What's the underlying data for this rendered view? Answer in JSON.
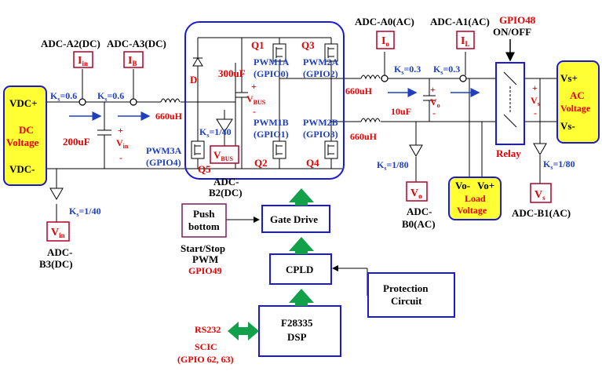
{
  "labels": {
    "vdc_plus": "VDC+",
    "dc_voltage_1": "DC",
    "dc_voltage_2": "Voltage",
    "vdc_minus": "VDC-",
    "adc_a2": "ADC-A2(DC)",
    "adc_a3": "ADC-A3(DC)",
    "iin": "I",
    "iin_sub": "in",
    "ib": "I",
    "ib_sub": "B",
    "ks1": "K",
    "ks1_sub": "s",
    "ks1_val": "=0.6",
    "ks2": "K",
    "ks2_sub": "s",
    "ks2_val": "=0.6",
    "l660_left": "660uH",
    "cap200": "200uF",
    "vin_plus": "+",
    "vin": "V",
    "vin_sub": "in",
    "vin_minus": "-",
    "ks_140_left": "K",
    "ks_140_left_sub": "s",
    "ks_140_left_val": "=1/40",
    "vin_box": "V",
    "vin_box_sub": "in",
    "adc_b3_1": "ADC-",
    "adc_b3_2": "B3(DC)",
    "q1": "Q1",
    "q3": "Q3",
    "d": "D",
    "pwm1a": "PWM1A",
    "gpio0": "(GPIO0)",
    "pwm2a": "PWM2A",
    "gpio2": "(GPIO2)",
    "c300": "300uF",
    "vbus_plus": "+",
    "vbus": "V",
    "vbus_sub": "BUS",
    "vbus_minus": "-",
    "pwm1b": "PWM1B",
    "gpio1": "(GPIO1)",
    "pwm2b": "PWM2B",
    "gpio3": "(GPIO3)",
    "ks_140_mid": "K",
    "ks_140_mid_sub": "s",
    "ks_140_mid_val": "=1/40",
    "pwm3a": "PWM3A",
    "gpio4": "(GPIO4)",
    "vbus_box": "V",
    "vbus_box_sub": "BUS",
    "q5": "Q5",
    "q2": "Q2",
    "q4": "Q4",
    "adc_b2_1": "ADC-",
    "adc_b2_2": "B2(DC)",
    "adc_a0": "ADC-A0(AC)",
    "adc_a1": "ADC-A1(AC)",
    "gpio48": "GPIO48",
    "onoff": "ON/OFF",
    "io": "I",
    "io_sub": "o",
    "il": "I",
    "il_sub": "L",
    "ks3": "K",
    "ks3_sub": "s",
    "ks3_val": "=0.3",
    "ks4": "K",
    "ks4_sub": "s",
    "ks4_val": "=0.3",
    "l660_top": "660uH",
    "l660_bot": "660uH",
    "vo_plus": "+",
    "vo": "V",
    "vo_sub": "o",
    "vo_minus": "-",
    "c10": "10uF",
    "ks_180_mid": "K",
    "ks_180_mid_sub": "s",
    "ks_180_mid_val": "=1/80",
    "vo_box": "V",
    "vo_box_sub": "o",
    "adc_b0_1": "ADC-",
    "adc_b0_2": "B0(AC)",
    "load_vo_minus": "Vo-",
    "load_vo_plus": "Vo+",
    "load_1": "Load",
    "load_2": "Voltage",
    "relay": "Relay",
    "vs_plus_small": "+",
    "vs": "V",
    "vs_sub": "s",
    "vs_minus_small": "-",
    "ks_180_right": "K",
    "ks_180_right_sub": "s",
    "ks_180_right_val": "=1/80",
    "vs_box": "V",
    "vs_box_sub": "s",
    "adc_b1": "ADC-B1(AC)",
    "vs_plus": "Vs+",
    "vs_minus": "Vs-",
    "ac_1": "AC",
    "ac_2": "Voltage",
    "push_1": "Push",
    "push_2": "bottom",
    "start_1": "Start/Stop",
    "start_2": "PWM",
    "gpio49": "GPIO49",
    "gate_drive": "Gate Drive",
    "cpld": "CPLD",
    "protection_1": "Protection",
    "protection_2": "Circuit",
    "dsp_1": "F28335",
    "dsp_2": "DSP",
    "rs232": "RS232",
    "scic": "SCIC",
    "scic_gpio": "(GPIO 62, 63)"
  },
  "colors": {
    "box_blue": "#1a1ad6",
    "fill_yellow": "#ffff33",
    "label_red": "#e60000",
    "label_blue": "#1f3fbf",
    "arrow_green": "#12a04a",
    "box_red": "#b0002a"
  }
}
